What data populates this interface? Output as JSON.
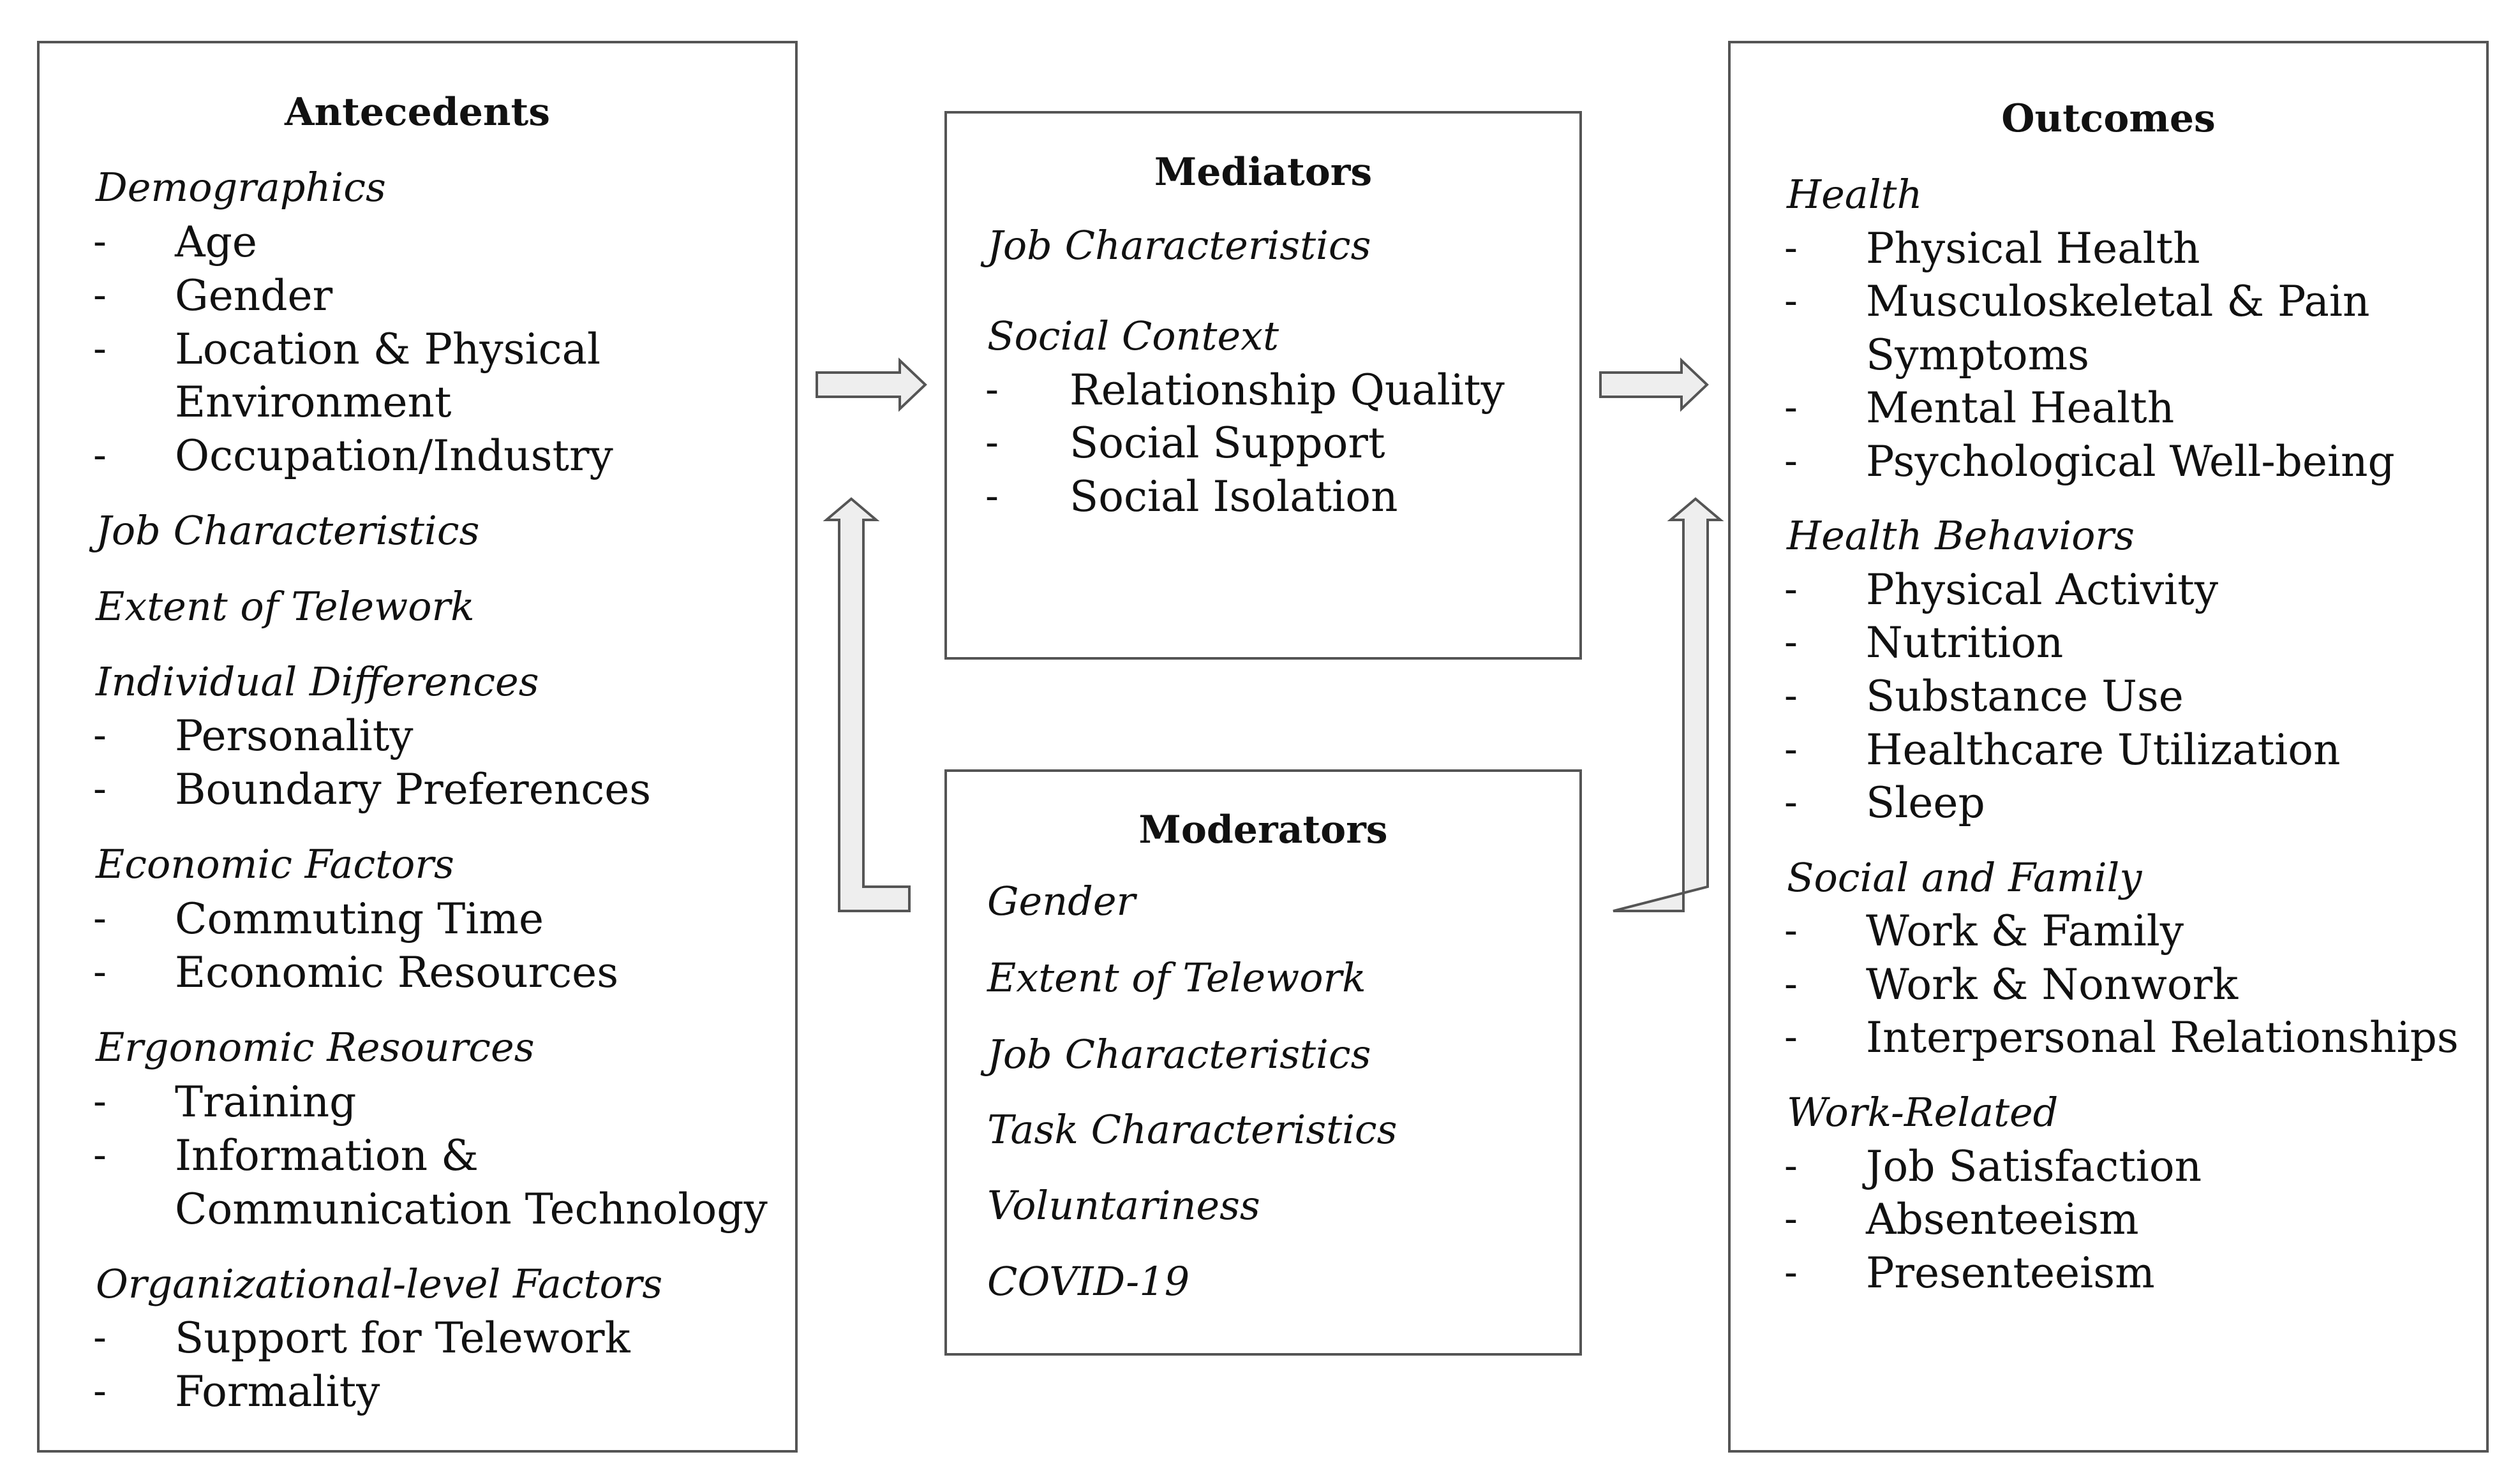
{
  "antecedents": {
    "title": "Antecedents",
    "sections": [
      {
        "category": "Demographics",
        "items": [
          "Age",
          "Gender",
          "Location & Physical",
          "Environment",
          "Occupation/Industry"
        ]
      },
      {
        "category": "Job Characteristics",
        "items": []
      },
      {
        "category": "Extent of Telework",
        "items": []
      },
      {
        "category": "Individual Differences",
        "items": [
          "Personality",
          "Boundary Preferences"
        ]
      },
      {
        "category": "Economic Factors",
        "items": [
          "Commuting Time",
          "Economic Resources"
        ]
      },
      {
        "category": "Ergonomic Resources",
        "items": [
          "Training",
          "Information &",
          "Communication Technology"
        ]
      },
      {
        "category": "Organizational-level Factors",
        "items": [
          "Support for Telework",
          "Formality"
        ]
      }
    ]
  },
  "mediators": {
    "title": "Mediators",
    "sections": [
      {
        "category": "Job Characteristics",
        "items": []
      },
      {
        "category": "Social Context",
        "items": [
          "Relationship Quality",
          "Social Support",
          "Social Isolation"
        ]
      }
    ]
  },
  "moderators": {
    "title": "Moderators",
    "sections": [
      {
        "category": "Gender",
        "items": []
      },
      {
        "category": "Extent of Telework",
        "items": []
      },
      {
        "category": "Job Characteristics",
        "items": []
      },
      {
        "category": "Task Characteristics",
        "items": []
      },
      {
        "category": "Voluntariness",
        "items": []
      },
      {
        "category": "COVID-19",
        "items": []
      }
    ]
  },
  "outcomes": {
    "title": "Outcomes",
    "sections": [
      {
        "category": "Health",
        "items": [
          "Physical Health",
          "Musculoskeletal & Pain",
          "Symptoms",
          "Mental Health",
          "Psychological Well-being"
        ]
      },
      {
        "category": "Health Behaviors",
        "items": [
          "Physical Activity",
          "Nutrition",
          "Substance Use",
          "Healthcare Utilization",
          "Sleep"
        ]
      },
      {
        "category": "Social and Family",
        "items": [
          "Work & Family",
          "Work & Nonwork",
          "Interpersonal Relationships"
        ]
      },
      {
        "category": "Work-Related",
        "items": [
          "Job Satisfaction",
          "Absenteeism",
          "Presenteeism"
        ]
      }
    ]
  },
  "colors": {
    "border": "#555555",
    "arrow_fill": "#eeeeee",
    "arrow_stroke": "#555555"
  }
}
